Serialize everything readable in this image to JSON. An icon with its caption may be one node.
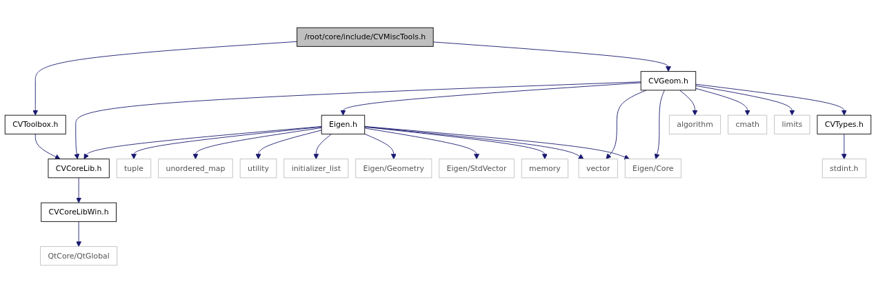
{
  "diagram": {
    "nodes": [
      {
        "text": [
          "/root/core/include/CVMiscTools.h"
        ]
      },
      {
        "text": [
          "CVToolbox.h"
        ]
      },
      {
        "text": [
          "CVGeom.h"
        ]
      },
      {
        "text": [
          "Eigen.h"
        ]
      },
      {
        "text": [
          "algorithm"
        ]
      },
      {
        "text": [
          "cmath"
        ]
      },
      {
        "text": [
          "limits"
        ]
      },
      {
        "text": [
          "CVTypes.h"
        ]
      },
      {
        "text": [
          "CVCoreLib.h"
        ]
      },
      {
        "text": [
          "tuple"
        ]
      },
      {
        "text": [
          "unordered_map"
        ]
      },
      {
        "text": [
          "utility"
        ]
      },
      {
        "text": [
          "initializer_list"
        ]
      },
      {
        "text": [
          "Eigen/Geometry"
        ]
      },
      {
        "text": [
          "Eigen/StdVector"
        ]
      },
      {
        "text": [
          "memory"
        ]
      },
      {
        "text": [
          "vector"
        ]
      },
      {
        "text": [
          "Eigen/Core"
        ]
      },
      {
        "text": [
          "stdint.h"
        ]
      },
      {
        "text": [
          "CVCoreLibWin.h"
        ]
      },
      {
        "text": [
          "QtCore/QtGlobal"
        ]
      }
    ],
    "edges": [
      {
        "from": 0,
        "to": 1,
        "arrow": "to"
      },
      {
        "from": 0,
        "to": 2,
        "arrow": "to"
      },
      {
        "from": 1,
        "to": 8,
        "arrow": "to"
      },
      {
        "from": 2,
        "to": 8,
        "arrow": "to"
      },
      {
        "from": 2,
        "to": 3,
        "arrow": "to"
      },
      {
        "from": 2,
        "to": 16,
        "arrow": "to"
      },
      {
        "from": 2,
        "to": 17,
        "arrow": "to"
      },
      {
        "from": 2,
        "to": 4,
        "arrow": "to"
      },
      {
        "from": 2,
        "to": 5,
        "arrow": "to"
      },
      {
        "from": 2,
        "to": 6,
        "arrow": "to"
      },
      {
        "from": 2,
        "to": 7,
        "arrow": "to"
      },
      {
        "from": 3,
        "to": 8,
        "arrow": "to"
      },
      {
        "from": 3,
        "to": 9,
        "arrow": "to"
      },
      {
        "from": 3,
        "to": 10,
        "arrow": "to"
      },
      {
        "from": 3,
        "to": 11,
        "arrow": "to"
      },
      {
        "from": 3,
        "to": 12,
        "arrow": "to"
      },
      {
        "from": 3,
        "to": 13,
        "arrow": "to"
      },
      {
        "from": 3,
        "to": 14,
        "arrow": "to"
      },
      {
        "from": 3,
        "to": 15,
        "arrow": "to"
      },
      {
        "from": 3,
        "to": 16,
        "arrow": "to"
      },
      {
        "from": 3,
        "to": 17,
        "arrow": "to"
      },
      {
        "from": 7,
        "to": 18,
        "arrow": "to"
      },
      {
        "from": 8,
        "to": 19,
        "arrow": "to"
      },
      {
        "from": 19,
        "to": 20,
        "arrow": "to"
      }
    ]
  }
}
